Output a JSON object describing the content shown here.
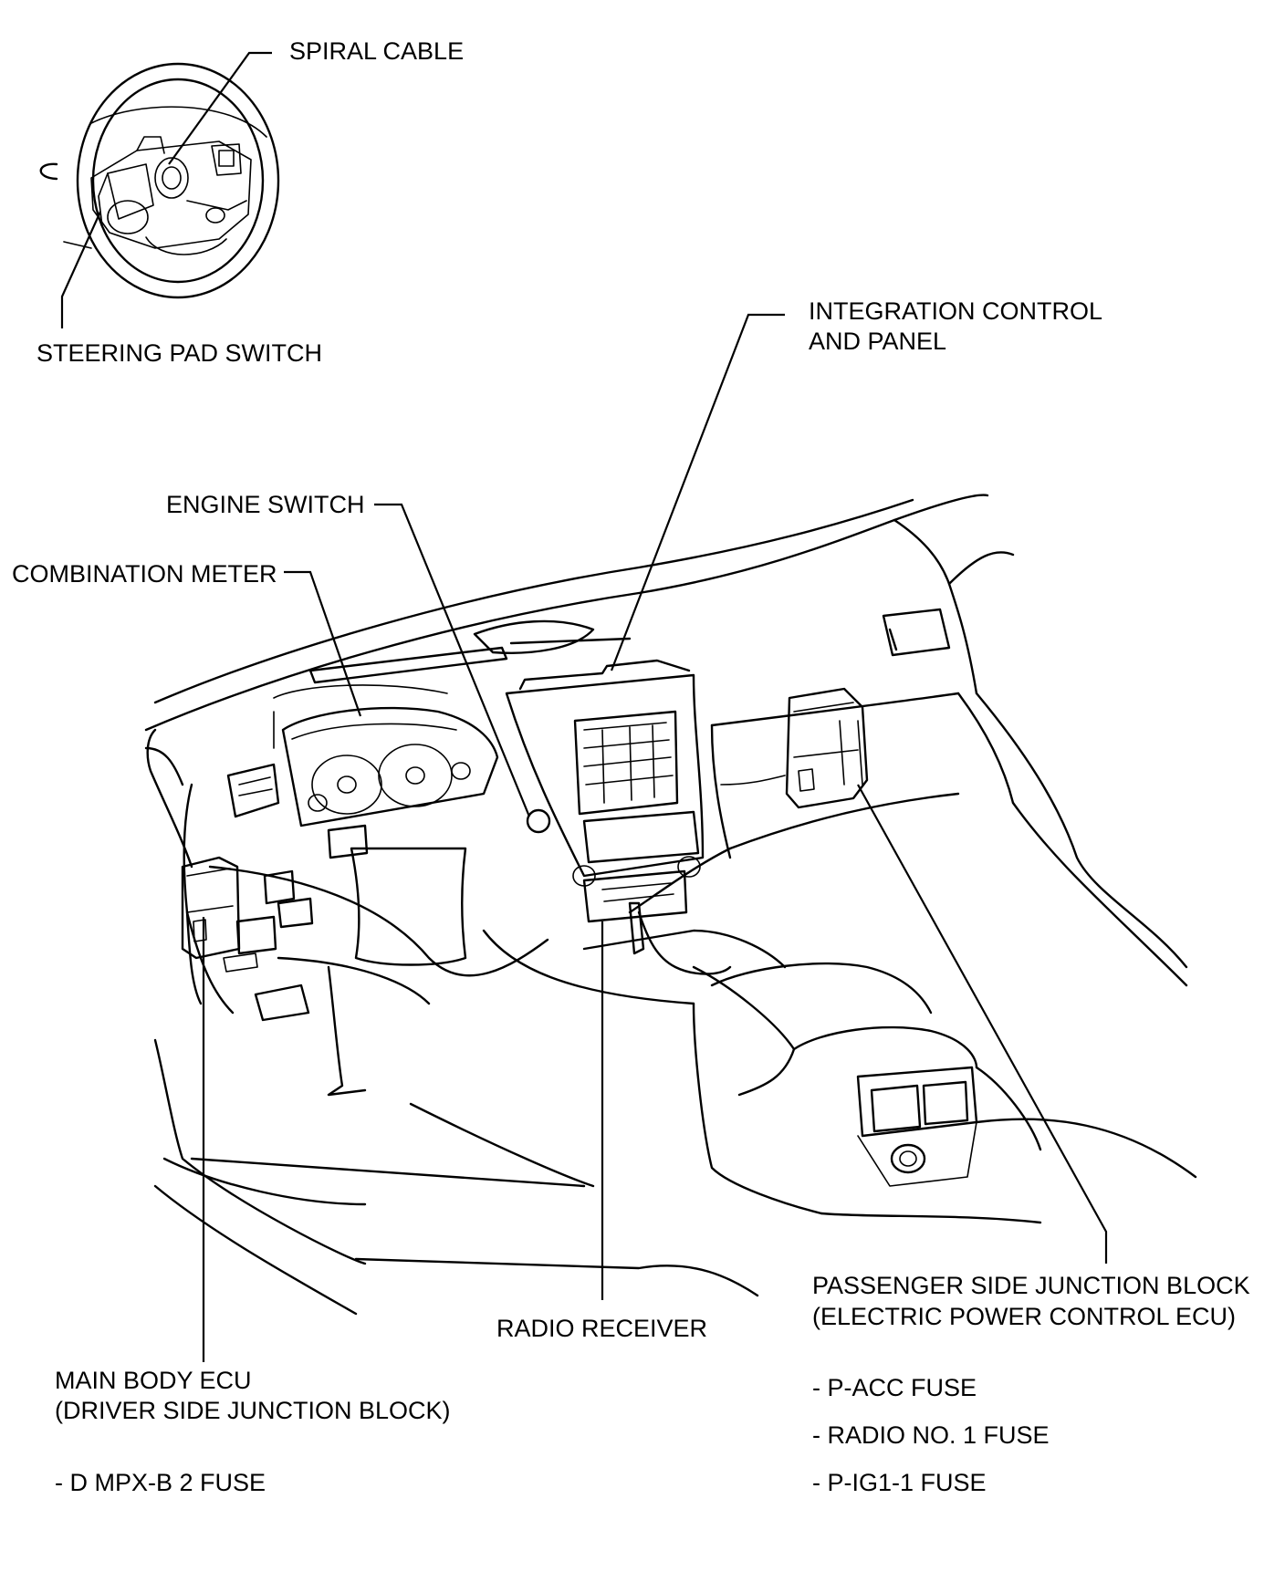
{
  "labels": {
    "spiral_cable": "SPIRAL CABLE",
    "steering_pad_switch": "STEERING PAD SWITCH",
    "integration_control_line1": "INTEGRATION CONTROL",
    "integration_control_line2": "AND PANEL",
    "engine_switch": "ENGINE SWITCH",
    "combination_meter": "COMBINATION METER",
    "passenger_jb_line1": "PASSENGER SIDE JUNCTION BLOCK",
    "passenger_jb_line2": "(ELECTRIC POWER CONTROL ECU)",
    "radio_receiver": "RADIO RECEIVER",
    "main_body_ecu_line1": "MAIN BODY ECU",
    "main_body_ecu_line2": "(DRIVER SIDE JUNCTION BLOCK)"
  },
  "fuses": {
    "driver_side": [
      "- D MPX-B 2 FUSE"
    ],
    "passenger_side": [
      "- P-ACC FUSE",
      "- RADIO NO. 1 FUSE",
      "- P-IG1-1 FUSE"
    ]
  }
}
